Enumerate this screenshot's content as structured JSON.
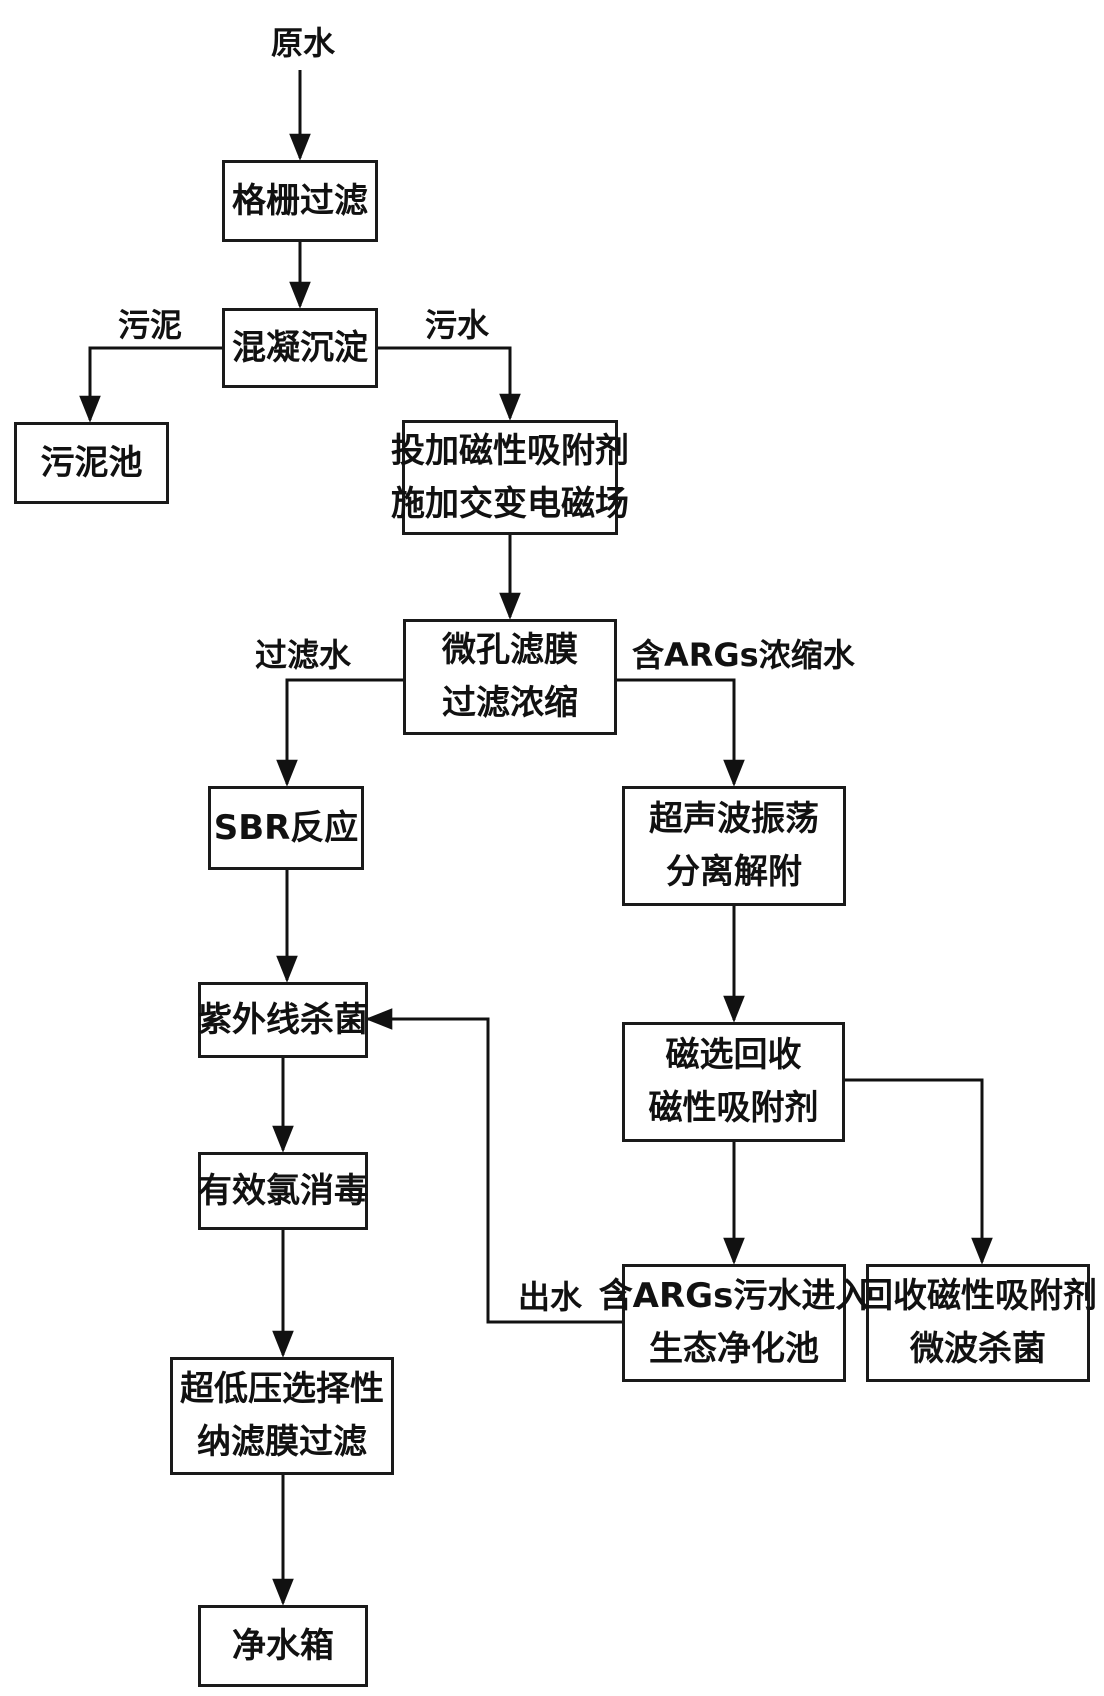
{
  "nodes": {
    "raw_water": "原水",
    "screen_filter": "格栅过滤",
    "settle": "混凝沉淀",
    "sludge_tank": "污泥池",
    "magnetic_add": [
      "投加磁性吸附剂",
      "施加交变电磁场"
    ],
    "microfilter": [
      "微孔滤膜",
      "过滤浓缩"
    ],
    "sbr": "SBR反应",
    "ultrasonic": [
      "超声波振荡",
      "分离解附"
    ],
    "uv": "紫外线杀菌",
    "magnetic_recover": [
      "磁选回收",
      "磁性吸附剂"
    ],
    "chlorine": "有效氯消毒",
    "eco_pool": [
      "含ARGs污水进入",
      "生态净化池"
    ],
    "recycle": [
      "回收磁性吸附剂",
      "微波杀菌"
    ],
    "nanofilter": [
      "超低压选择性",
      "纳滤膜过滤"
    ],
    "clean_tank": "净水箱"
  },
  "edge_labels": {
    "sludge": "污泥",
    "sewage": "污水",
    "filtered_water": "过滤水",
    "args_concentrate": "含ARGs浓缩水",
    "outflow": "出水"
  }
}
